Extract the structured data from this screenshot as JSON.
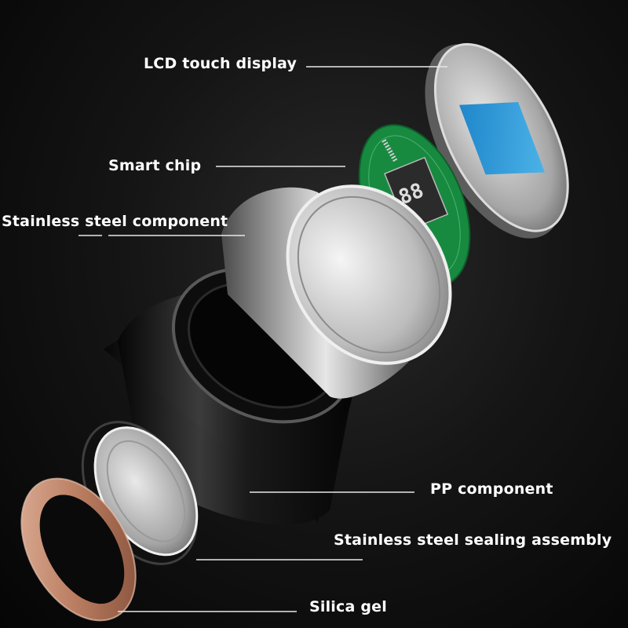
{
  "labels": {
    "lcd": "LCD touch display",
    "chip": "Smart chip",
    "steel": "Stainless steel component",
    "pp": "PP component",
    "seal": "Stainless steel sealing assembly",
    "gel": "Silica gel"
  },
  "colors": {
    "background": "#0b0b0b",
    "display_screen": "#1f8fd6",
    "pcb": "#1c9a4a",
    "silica_gel": "#c98f73",
    "steel": "#c9c9c9",
    "pp": "#1a1a1a"
  }
}
